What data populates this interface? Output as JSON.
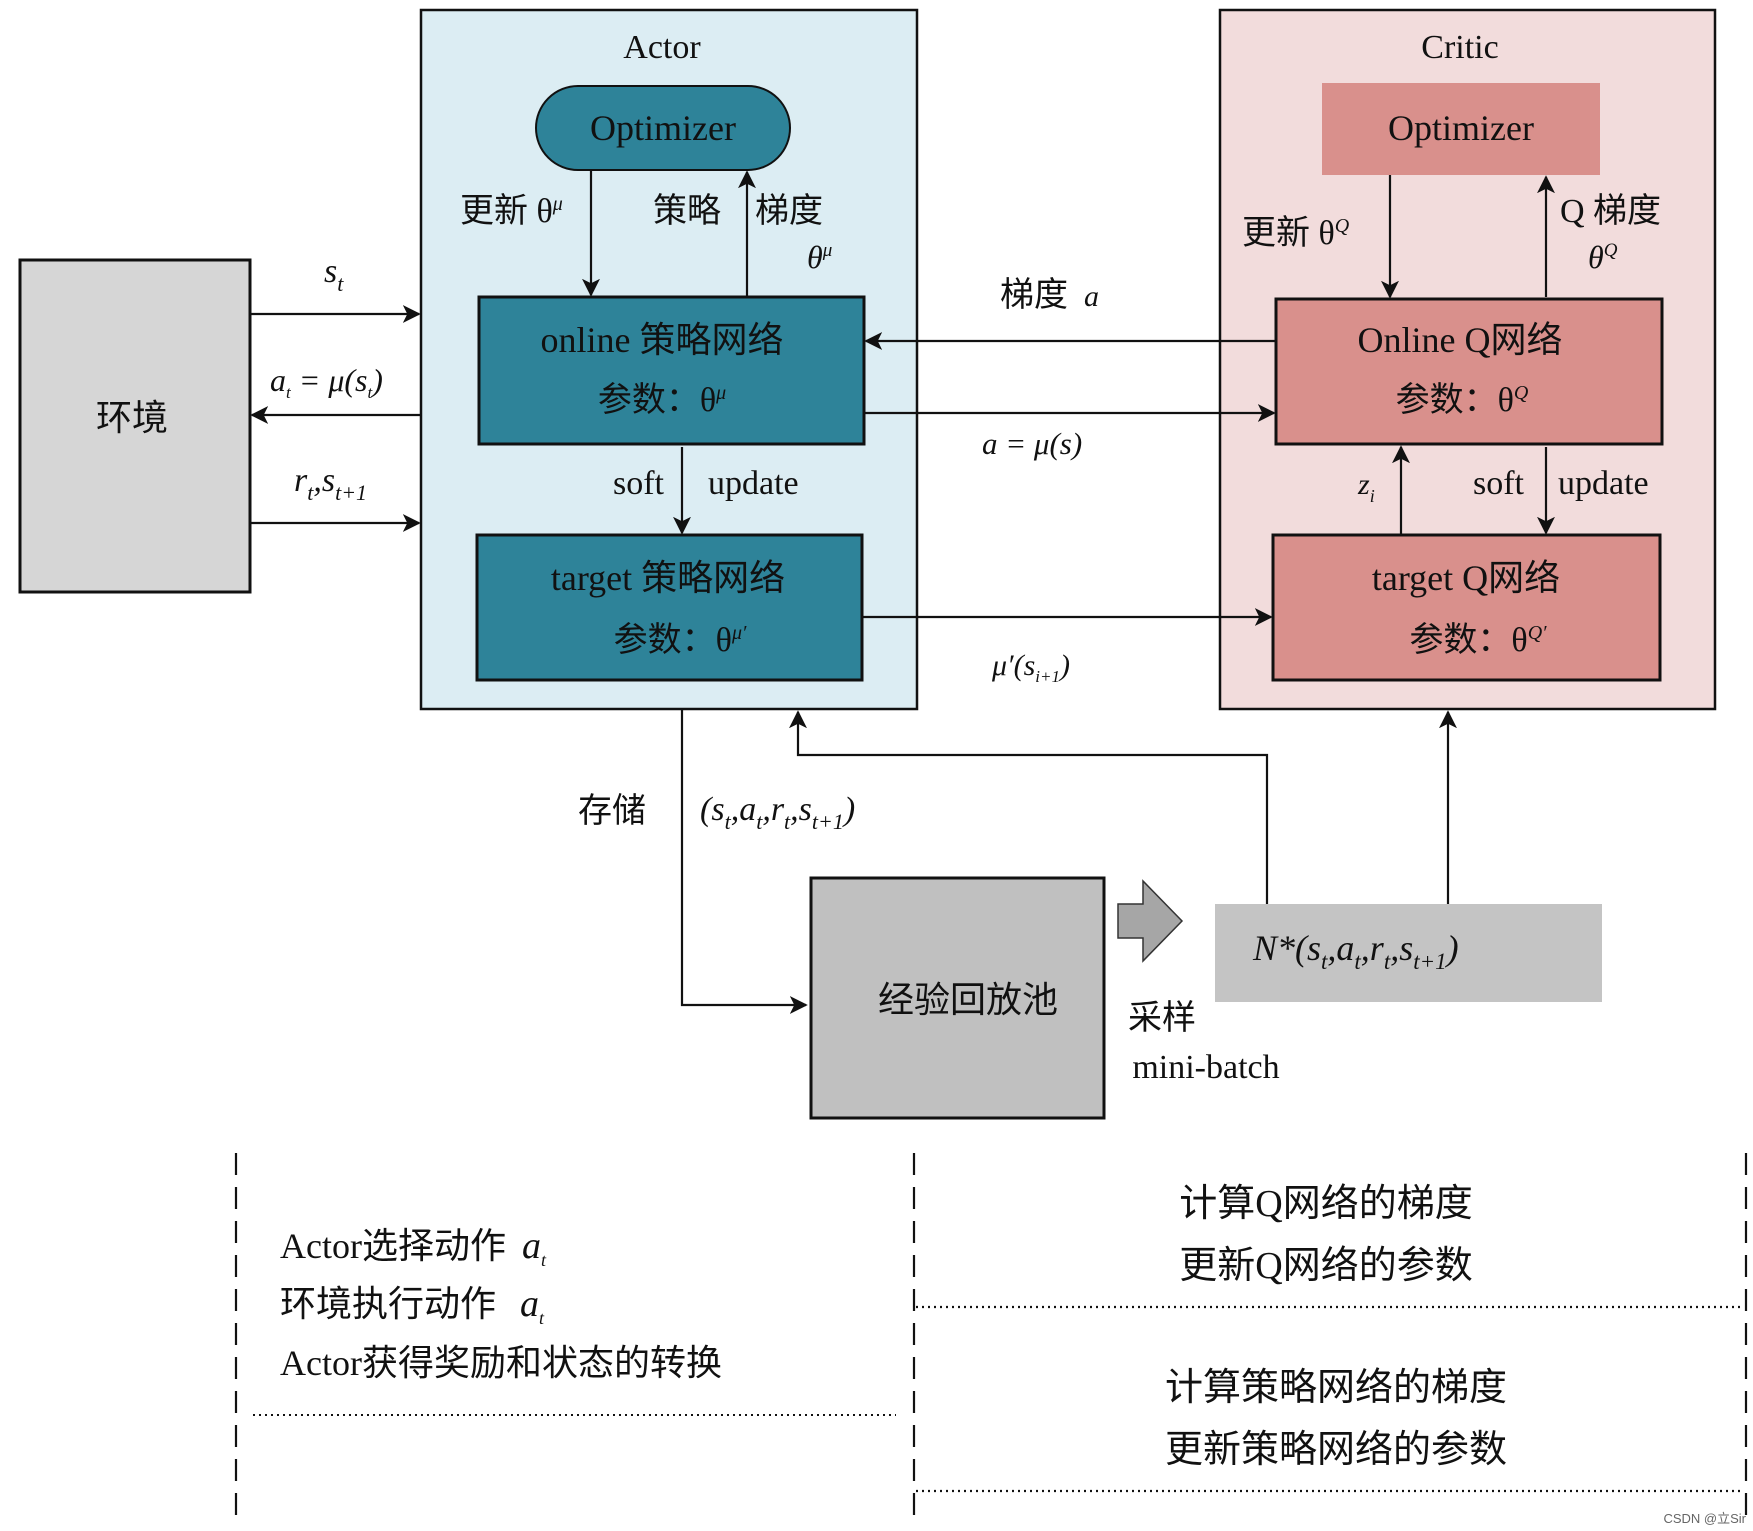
{
  "colors": {
    "actor_bg": "#dcedf3",
    "actor_node": "#2e8399",
    "critic_bg": "#f2dcdc",
    "critic_node": "#d9908c",
    "critic_optimizer": "#d9908c",
    "env_fill": "#d6d6d6",
    "replay_fill": "#c0c0c0",
    "batch_fill": "#c4c4c4",
    "sample_arrow": "#a6a6a6"
  },
  "environment": {
    "label": "环境"
  },
  "actor": {
    "title": "Actor",
    "optimizer": "Optimizer",
    "update_label": "更新 θ",
    "update_sup": "μ",
    "grad_label_left": "策略",
    "grad_label_right": "梯度",
    "grad_theta": "θ",
    "grad_theta_sup": "μ",
    "online": {
      "line1": "online 策略网络",
      "line2": "参数：θ",
      "sup": "μ"
    },
    "soft": "soft",
    "update": "update",
    "target": {
      "line1": "target 策略网络",
      "line2": "参数：θ",
      "sup": "μ′"
    }
  },
  "critic": {
    "title": "Critic",
    "optimizer": "Optimizer",
    "update_label": "更新 θ",
    "update_sup": "Q",
    "grad_label": "Q 梯度",
    "grad_theta": "θ",
    "grad_theta_sup": "Q",
    "online": {
      "line1": "Online Q网络",
      "line2": "参数：θ",
      "sup": "Q"
    },
    "zi": "z",
    "zi_sub": "i",
    "soft": "soft",
    "update": "update",
    "target": {
      "line1": "target Q网络",
      "line2": "参数：θ",
      "sup": "Q′"
    }
  },
  "edges": {
    "st": {
      "base": "s",
      "sub": "t"
    },
    "at": "a",
    "at_sub": "t",
    "at_eq": " = μ(s",
    "at_close": ")",
    "rt": "r",
    "rt_sub": "t",
    "rt_s": ",s",
    "rt_s_sub": "t+1",
    "grad_a": "梯度",
    "grad_a_var": "a",
    "a_mu_s": "a = μ(s)",
    "mu_prime": "μ′(s",
    "mu_prime_sub": "i+1",
    "mu_prime_close": ")",
    "store_label": "存储",
    "tuple": "(s",
    "tuple_parts": [
      "t",
      ",a",
      "t",
      ",r",
      "t",
      ",s",
      "t+1",
      ")"
    ],
    "sample_label": "采样",
    "minibatch_label": "mini-batch"
  },
  "replay": {
    "label": "经验回放池"
  },
  "batch": {
    "prefix": "N*(s",
    "parts": [
      "t",
      ",a",
      "t",
      ",r",
      "t",
      ",s",
      "t+1",
      ")"
    ]
  },
  "legend_left": {
    "line1": "Actor选择动作",
    "line1_var": "a",
    "line1_sub": "t",
    "line2": "环境执行动作",
    "line2_var": "a",
    "line2_sub": "t",
    "line3": "Actor获得奖励和状态的转换"
  },
  "legend_right_top": {
    "line1": "计算Q网络的梯度",
    "line2": "更新Q网络的参数"
  },
  "legend_right_bottom": {
    "line1": "计算策略网络的梯度",
    "line2": "更新策略网络的参数"
  },
  "watermark": "CSDN @立Sir"
}
